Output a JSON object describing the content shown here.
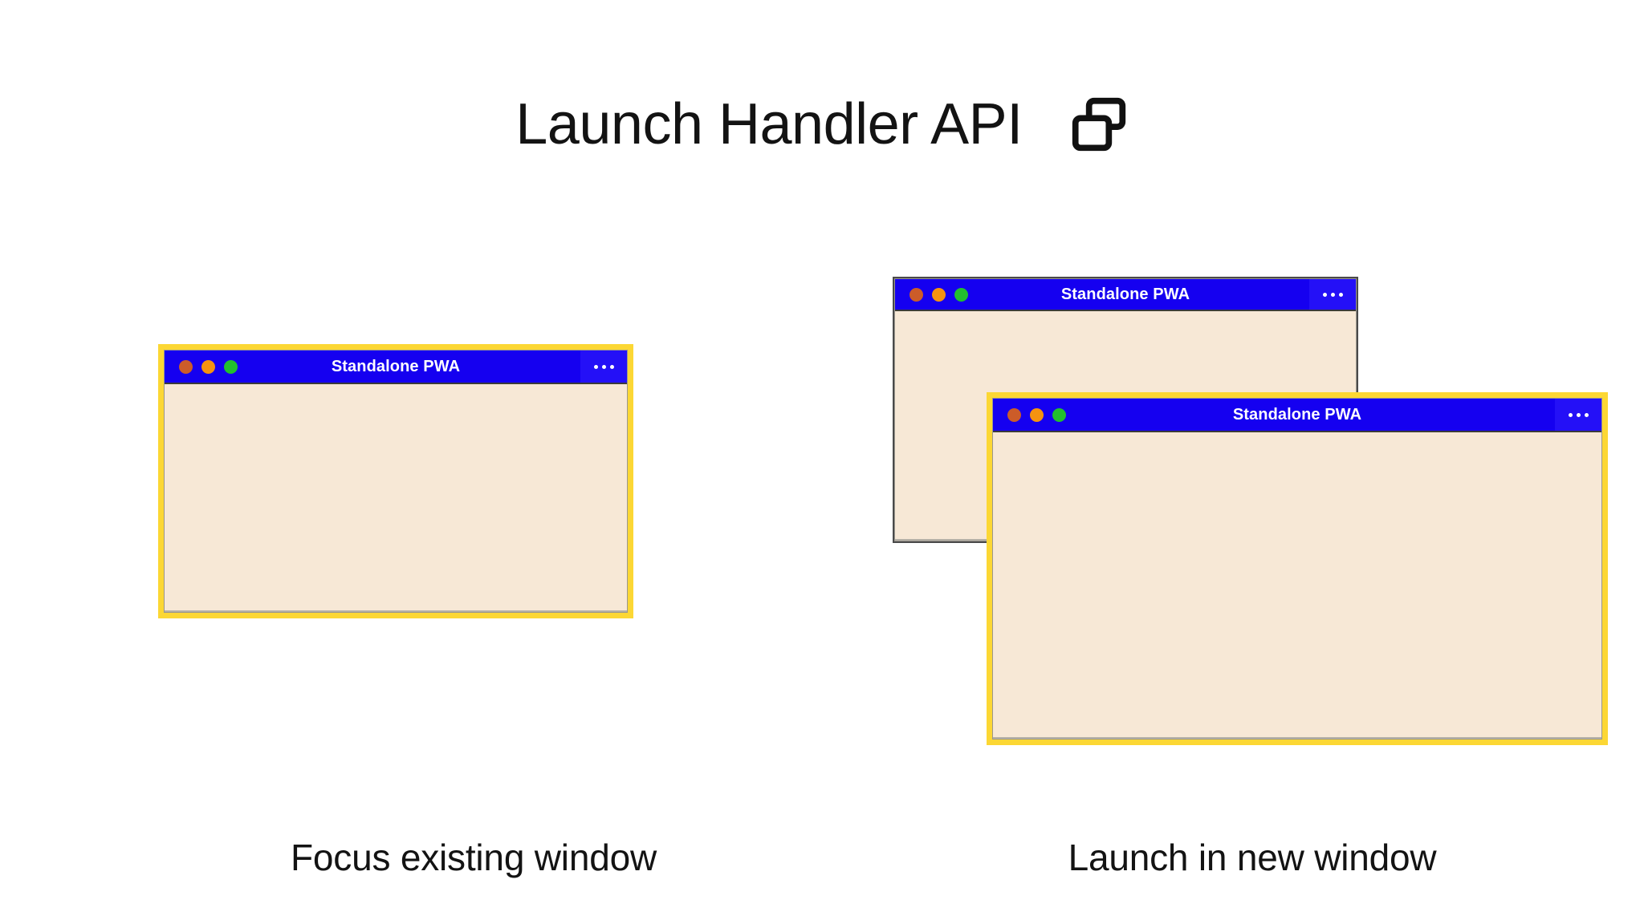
{
  "header": {
    "title": "Launch Handler API",
    "icon": "windows-stack-icon"
  },
  "colors": {
    "page_background": "#FFFFFF",
    "titlebar_blue": "#1500F0",
    "menu_button_blue": "#2410F7",
    "highlight_yellow": "#FCD734",
    "window_body_cream": "#F7E8D6",
    "background_window_border": "#4A4A4A",
    "dot_close": "#CC5C29",
    "dot_minimize": "#F59310",
    "dot_maximize": "#22C02E",
    "text_dark": "#131313",
    "titlebar_text": "#FFFFFF"
  },
  "scenarios": [
    {
      "id": "focus-existing",
      "caption": "Focus existing window",
      "windows": [
        {
          "id": "focus-existing-window-1",
          "title": "Standalone PWA",
          "state": "highlighted",
          "menu_icon": "overflow-menu-icon",
          "traffic_lights": [
            "close",
            "minimize",
            "maximize"
          ]
        }
      ]
    },
    {
      "id": "launch-new",
      "caption": "Launch in new window",
      "windows": [
        {
          "id": "launch-new-window-back",
          "title": "Standalone PWA",
          "state": "background",
          "menu_icon": "overflow-menu-icon",
          "traffic_lights": [
            "close",
            "minimize",
            "maximize"
          ]
        },
        {
          "id": "launch-new-window-front",
          "title": "Standalone PWA",
          "state": "highlighted",
          "menu_icon": "overflow-menu-icon",
          "traffic_lights": [
            "close",
            "minimize",
            "maximize"
          ]
        }
      ]
    }
  ]
}
